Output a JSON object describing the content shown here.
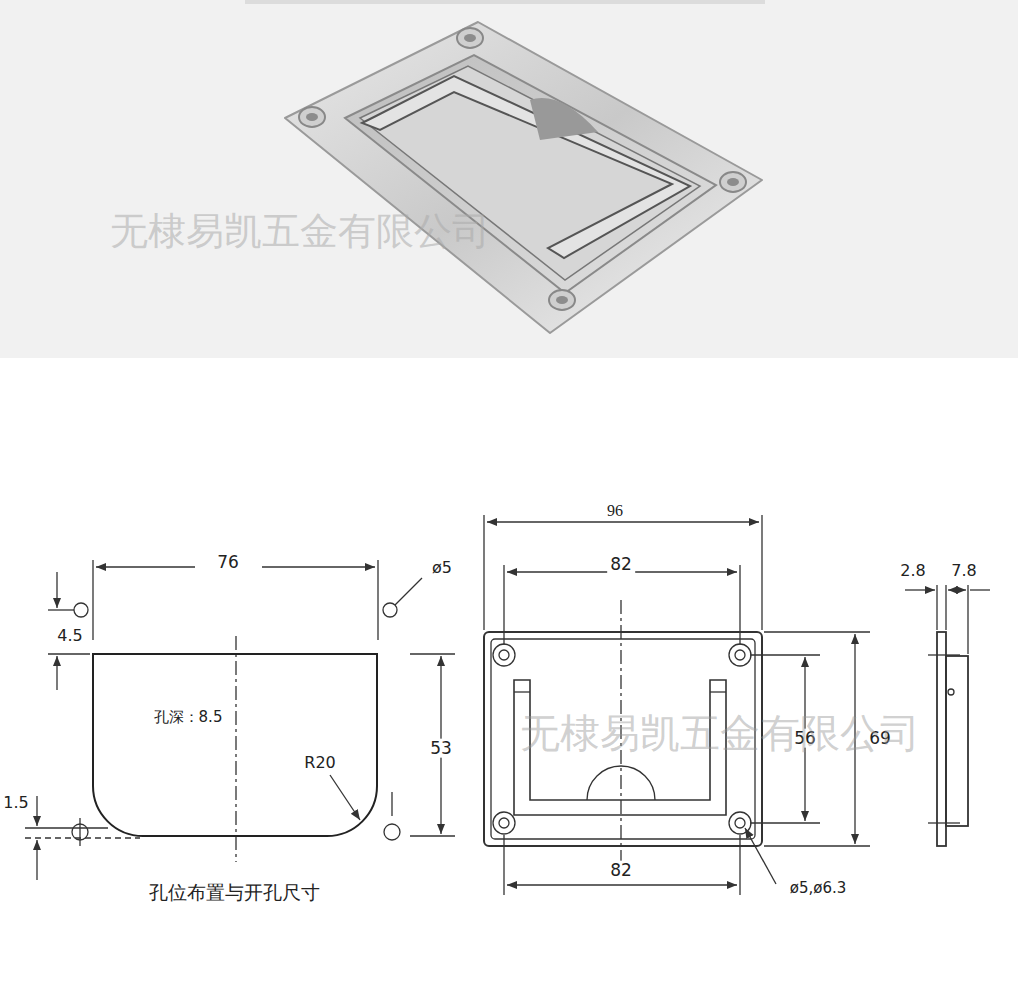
{
  "diagram": {
    "nodes": [
      {
        "text": [
          "孔深：8.5",
          "R20"
        ]
      }
    ],
    "labels": [
      "无棣易凯五金有限公司",
      "76",
      "ø5",
      "4.5",
      "53",
      "1.5",
      "孔位布置与开孔尺寸",
      "96",
      "82",
      "82",
      "56",
      "69",
      "无棣易凯五金有限公司",
      "ø5,ø6.3",
      "2.8",
      "7.8"
    ]
  }
}
